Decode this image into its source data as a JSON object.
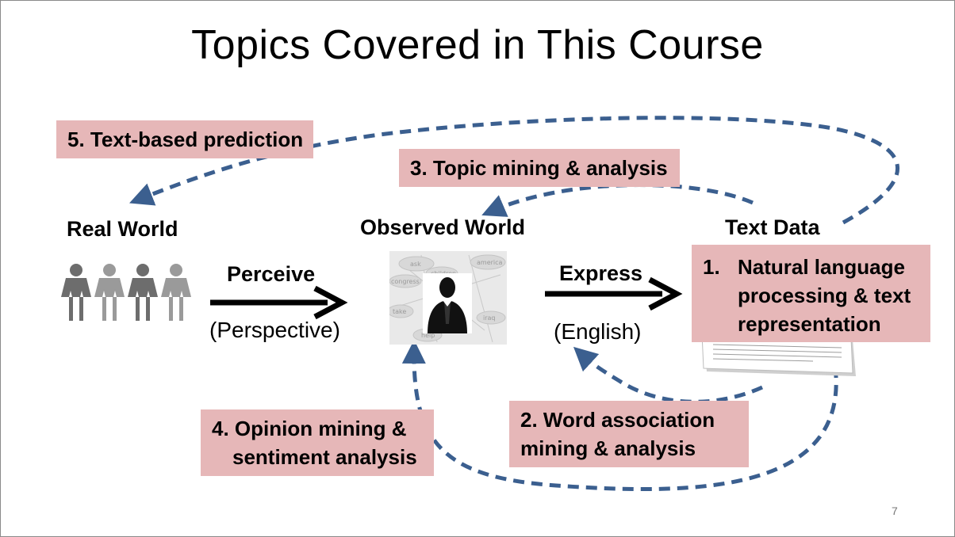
{
  "title": "Topics Covered in This Course",
  "nodes": {
    "real_world": "Real World",
    "observed_world": "Observed World",
    "text_data": "Text Data"
  },
  "edges": {
    "perceive": "Perceive",
    "perspective": "(Perspective)",
    "express": "Express",
    "english": "(English)"
  },
  "topics": {
    "t1_number": "1.",
    "t1_line1": "Natural language",
    "t1_line2": "processing  & text",
    "t1_line3": "representation",
    "t2_line1": "2. Word association",
    "t2_line2": "mining  & analysis",
    "t3": "3. Topic mining & analysis",
    "t4_line1": "4. Opinion mining &",
    "t4_line2": "sentiment analysis",
    "t5": "5. Text-based prediction"
  },
  "image_words": [
    "ask",
    "america",
    "children",
    "congress",
    "take",
    "iraq",
    "help"
  ],
  "page_number": "7",
  "colors": {
    "box_fill": "#e6b7b8",
    "dashed_arrow": "#3b5f8f",
    "solid_arrow": "#000000",
    "people_dark": "#6d6d6d",
    "people_light": "#9a9a9a"
  },
  "icons": {
    "people": "four-people-icon",
    "observer": "person-silhouette-icon",
    "document": "document-page-icon"
  }
}
